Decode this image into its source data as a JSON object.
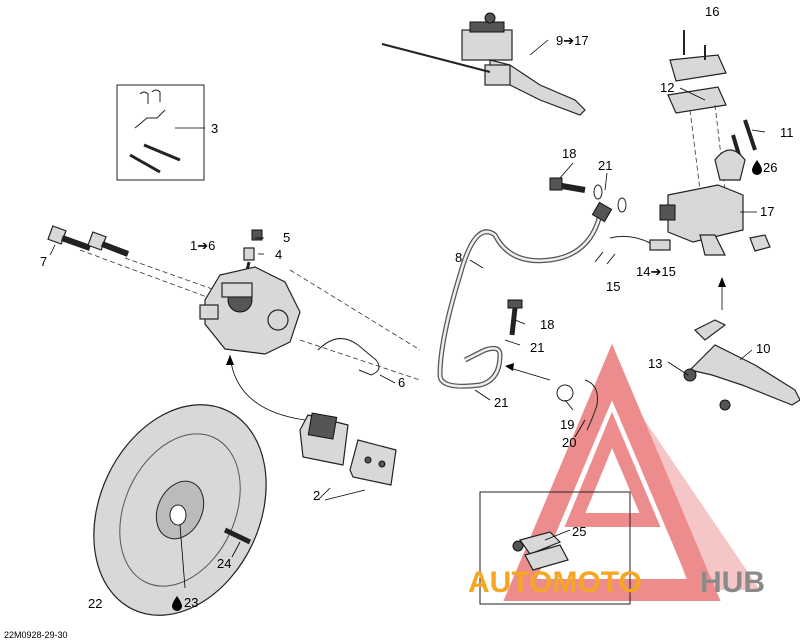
{
  "labels": {
    "l1": "1➔6",
    "l2": "2",
    "l3": "3",
    "l4": "4",
    "l5": "5",
    "l6": "6",
    "l7": "7",
    "l8": "8",
    "l9": "9➔17",
    "l10": "10",
    "l11": "11",
    "l12": "12",
    "l13": "13",
    "l14": "14➔15",
    "l15": "15",
    "l16": "16",
    "l17": "17",
    "l18a": "18",
    "l18b": "18",
    "l19": "19",
    "l20": "20",
    "l21a": "21",
    "l21b": "21",
    "l21c": "21",
    "l22": "22",
    "l23": "23",
    "l24": "24",
    "l25": "25",
    "l26": "26"
  },
  "doc_number": "22M0928-29-30",
  "watermark": {
    "part1": "AUTOMOTO",
    "part2": "HUB"
  },
  "colors": {
    "watermark_orange": "#f5a623",
    "watermark_gray": "#8a8a8a",
    "triangle_red": "#e03030"
  },
  "icons": [
    "drop-icon",
    "drop-icon"
  ]
}
